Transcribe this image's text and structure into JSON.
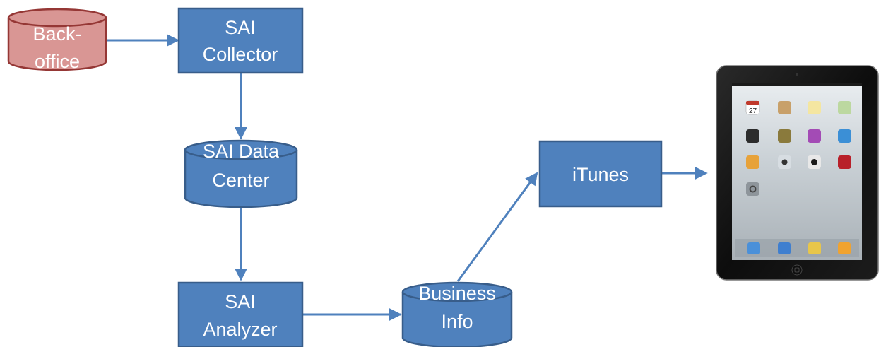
{
  "colors": {
    "box_fill": "#4f81bd",
    "box_stroke": "#385d8a",
    "backoffice_fill": "#d99694",
    "backoffice_stroke": "#953735",
    "arrow": "#4f81bd",
    "text": "#ffffff"
  },
  "nodes": {
    "backoffice": {
      "line1": "Back-",
      "line2": "office",
      "shape": "cylinder"
    },
    "collector": {
      "line1": "SAI",
      "line2": "Collector",
      "shape": "rectangle"
    },
    "datacenter": {
      "line1": "SAI Data",
      "line2": "Center",
      "shape": "cylinder"
    },
    "analyzer": {
      "line1": "SAI",
      "line2": "Analyzer",
      "shape": "rectangle"
    },
    "business": {
      "line1": "Business",
      "line2": "Info",
      "shape": "cylinder"
    },
    "itunes": {
      "label": "iTunes",
      "shape": "rectangle"
    }
  },
  "edges": [
    {
      "from": "backoffice",
      "to": "collector"
    },
    {
      "from": "collector",
      "to": "datacenter"
    },
    {
      "from": "datacenter",
      "to": "analyzer"
    },
    {
      "from": "analyzer",
      "to": "business"
    },
    {
      "from": "business",
      "to": "itunes"
    },
    {
      "from": "itunes",
      "to": "ipad"
    }
  ],
  "device": {
    "name": "ipad-image",
    "dock_icons": [
      "contacts-icon",
      "mail-icon",
      "photos-icon",
      "ipod-icon"
    ],
    "icons": [
      "calendar-icon",
      "contacts-icon",
      "notes-icon",
      "maps-icon",
      "videos-icon",
      "photo-booth-icon",
      "game-center-icon",
      "safari-icon",
      "itunes-icon",
      "camera-icon",
      "facetime-icon",
      "ibooks-icon",
      "settings-icon"
    ],
    "calendar_day": "27"
  }
}
